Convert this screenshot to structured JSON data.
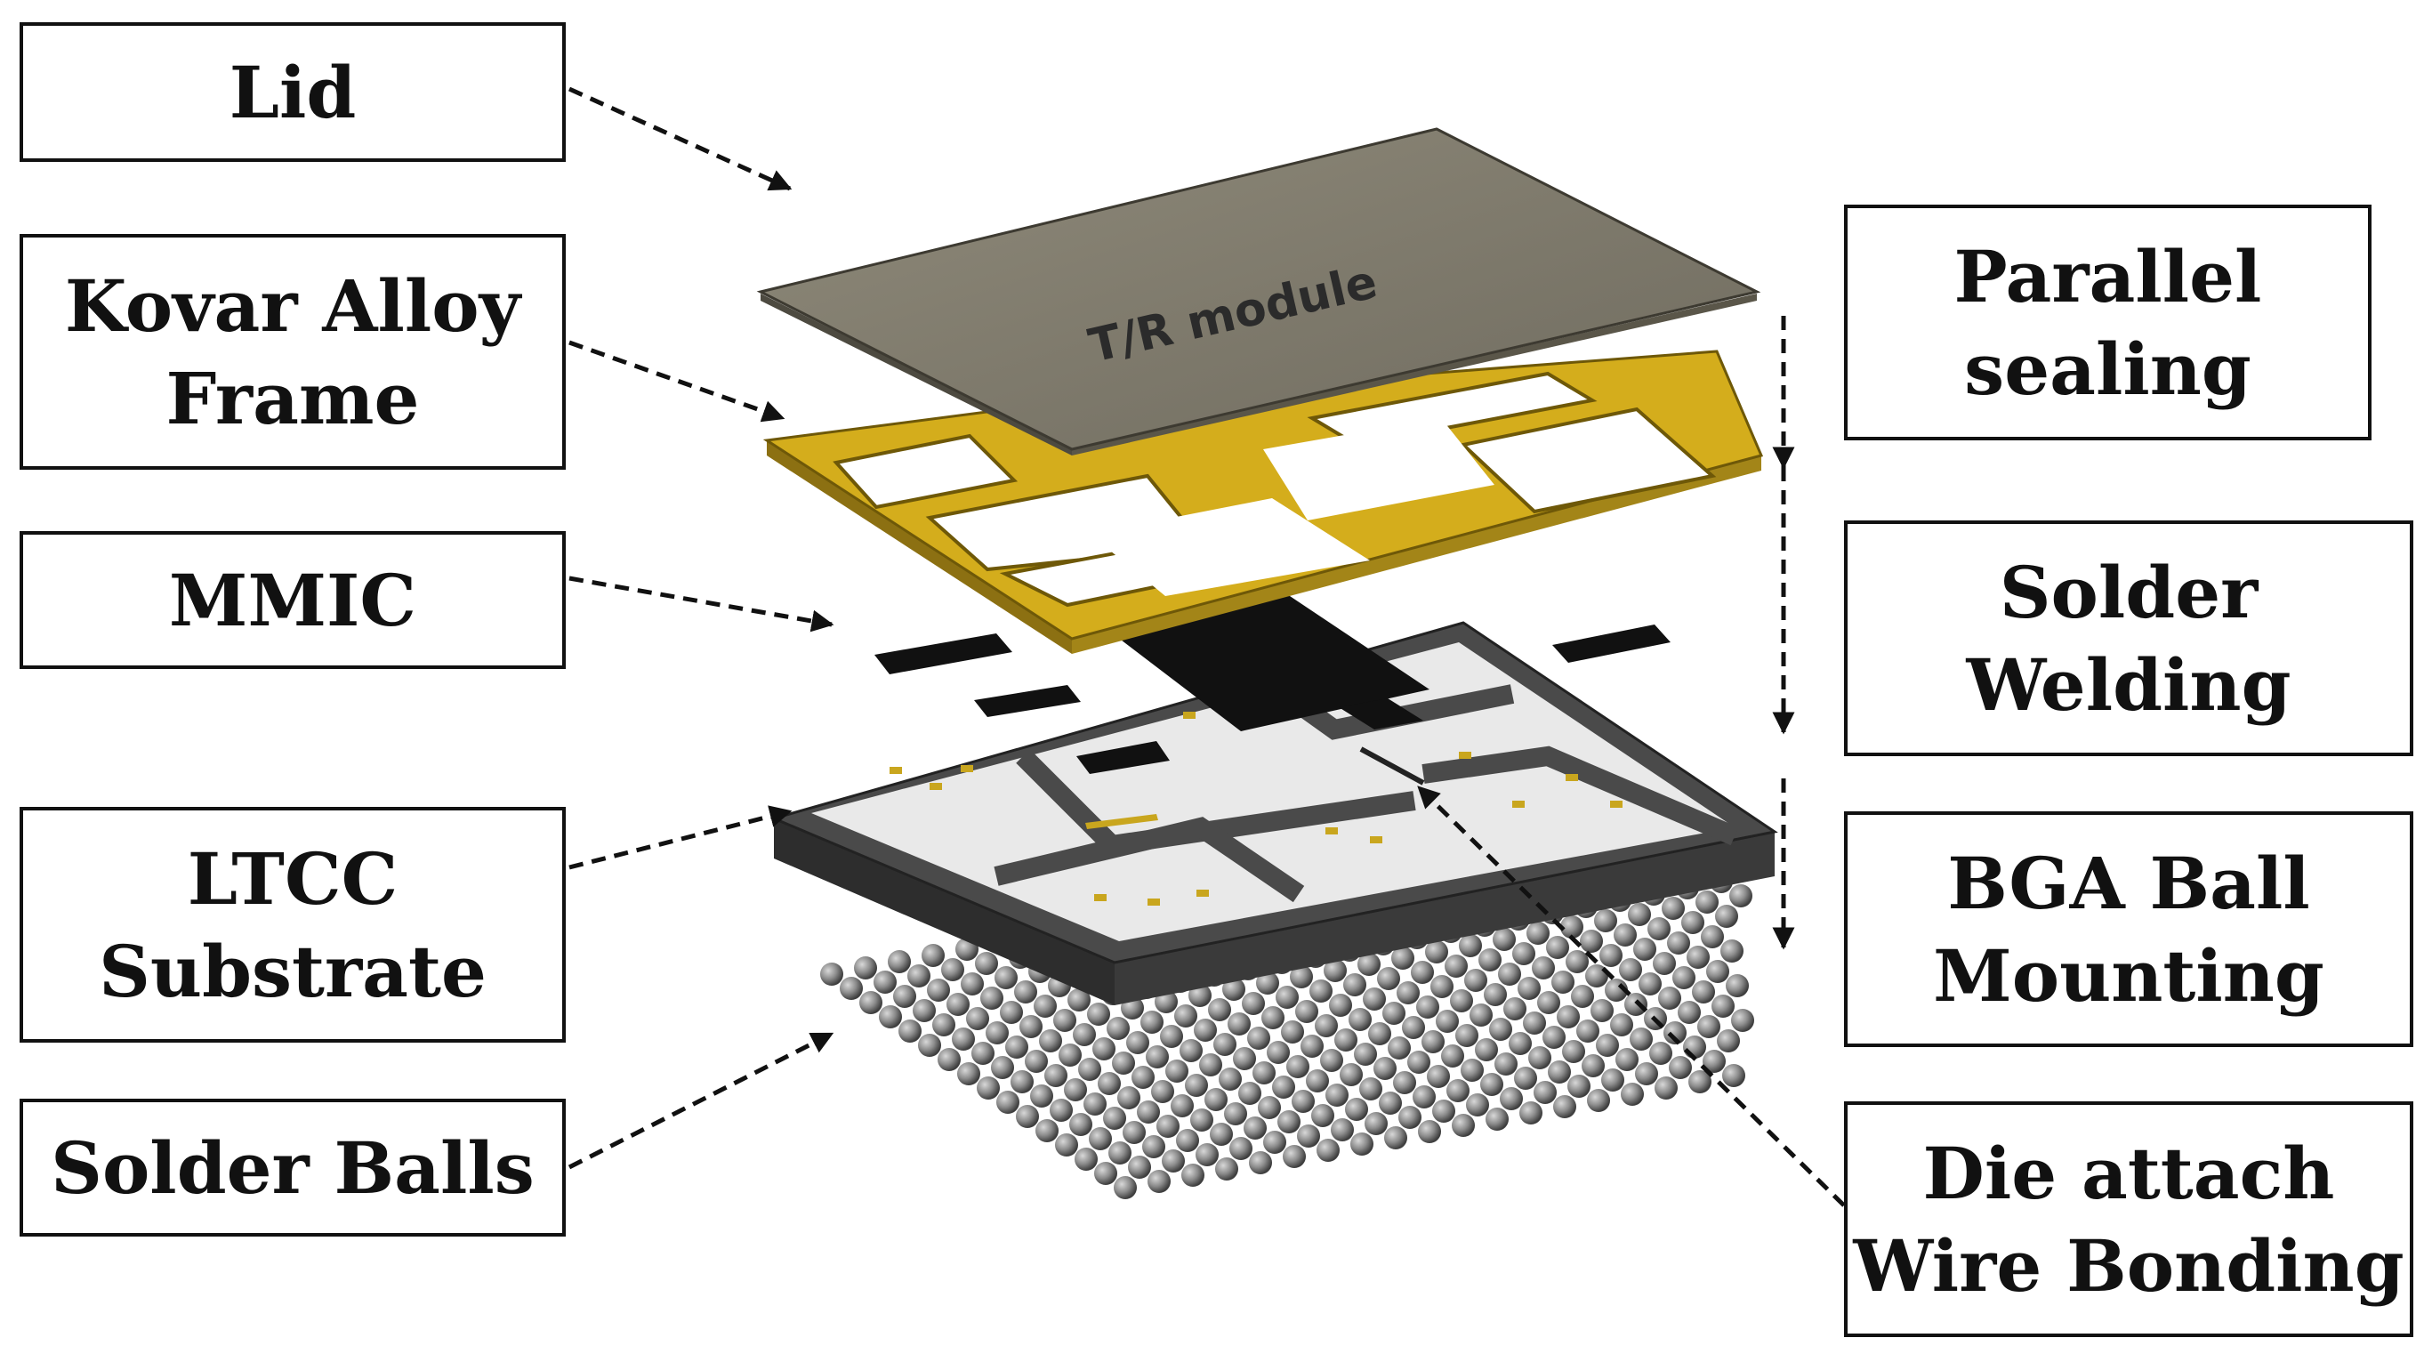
{
  "labels": {
    "lid": "Lid",
    "kovar_frame": "Kovar Alloy\nFrame",
    "mmic": "MMIC",
    "ltcc_substrate": "LTCC\nSubstrate",
    "solder_balls": "Solder Balls",
    "parallel_sealing": "Parallel\nsealing",
    "solder_welding": "Solder\nWelding",
    "bga_ball_mounting": "BGA Ball\nMounting",
    "die_attach_wire_bonding": "Die attach\nWire Bonding"
  },
  "lid_marking": "T/R module",
  "colors": {
    "lid": "#8a8574",
    "frame": "#d4ad1c",
    "substrate_border": "#4a4a4a",
    "substrate_surface": "#e8e8e8",
    "chip": "#111111",
    "solder_ball": "#8c8c8c"
  }
}
